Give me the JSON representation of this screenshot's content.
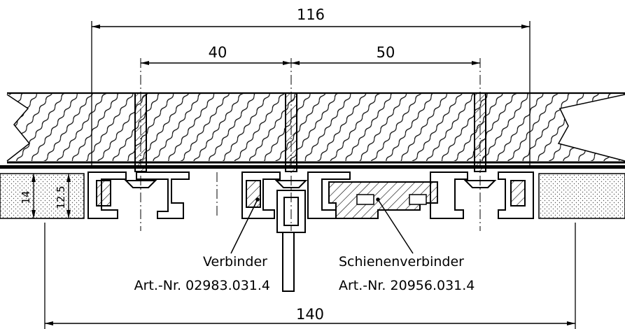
{
  "dimensions": {
    "total_width": "116",
    "left_spacing": "40",
    "right_spacing": "50",
    "bottom_width": "140",
    "height_outer": "14",
    "height_inner": "12.5"
  },
  "callouts": {
    "verbinder": {
      "name": "Verbinder",
      "article": "Art.-Nr. 02983.031.4"
    },
    "schienenverbinder": {
      "name": "Schienenverbinder",
      "article": "Art.-Nr. 20956.031.4"
    }
  },
  "colors": {
    "line": "#000000",
    "background": "#ffffff"
  }
}
